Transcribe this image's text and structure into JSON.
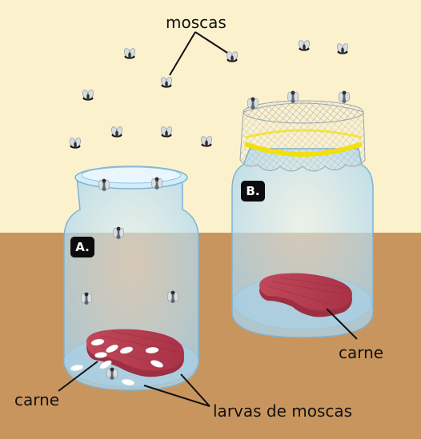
{
  "labels": {
    "flies": "moscas",
    "meat_left": "carne",
    "meat_right": "carne",
    "larvae": "larvas de moscas"
  },
  "jars": {
    "a": {
      "badge": "A."
    },
    "b": {
      "badge": "B."
    }
  },
  "colors": {
    "sky": "#fbf1cd",
    "ground": "#c9955e",
    "glass": "#bfe3f6",
    "glass_edge": "#7fb3d1",
    "meat": "#b43b4d",
    "larva": "#ffffff",
    "band": "#f2df10",
    "mesh": "#9aa5b3"
  }
}
